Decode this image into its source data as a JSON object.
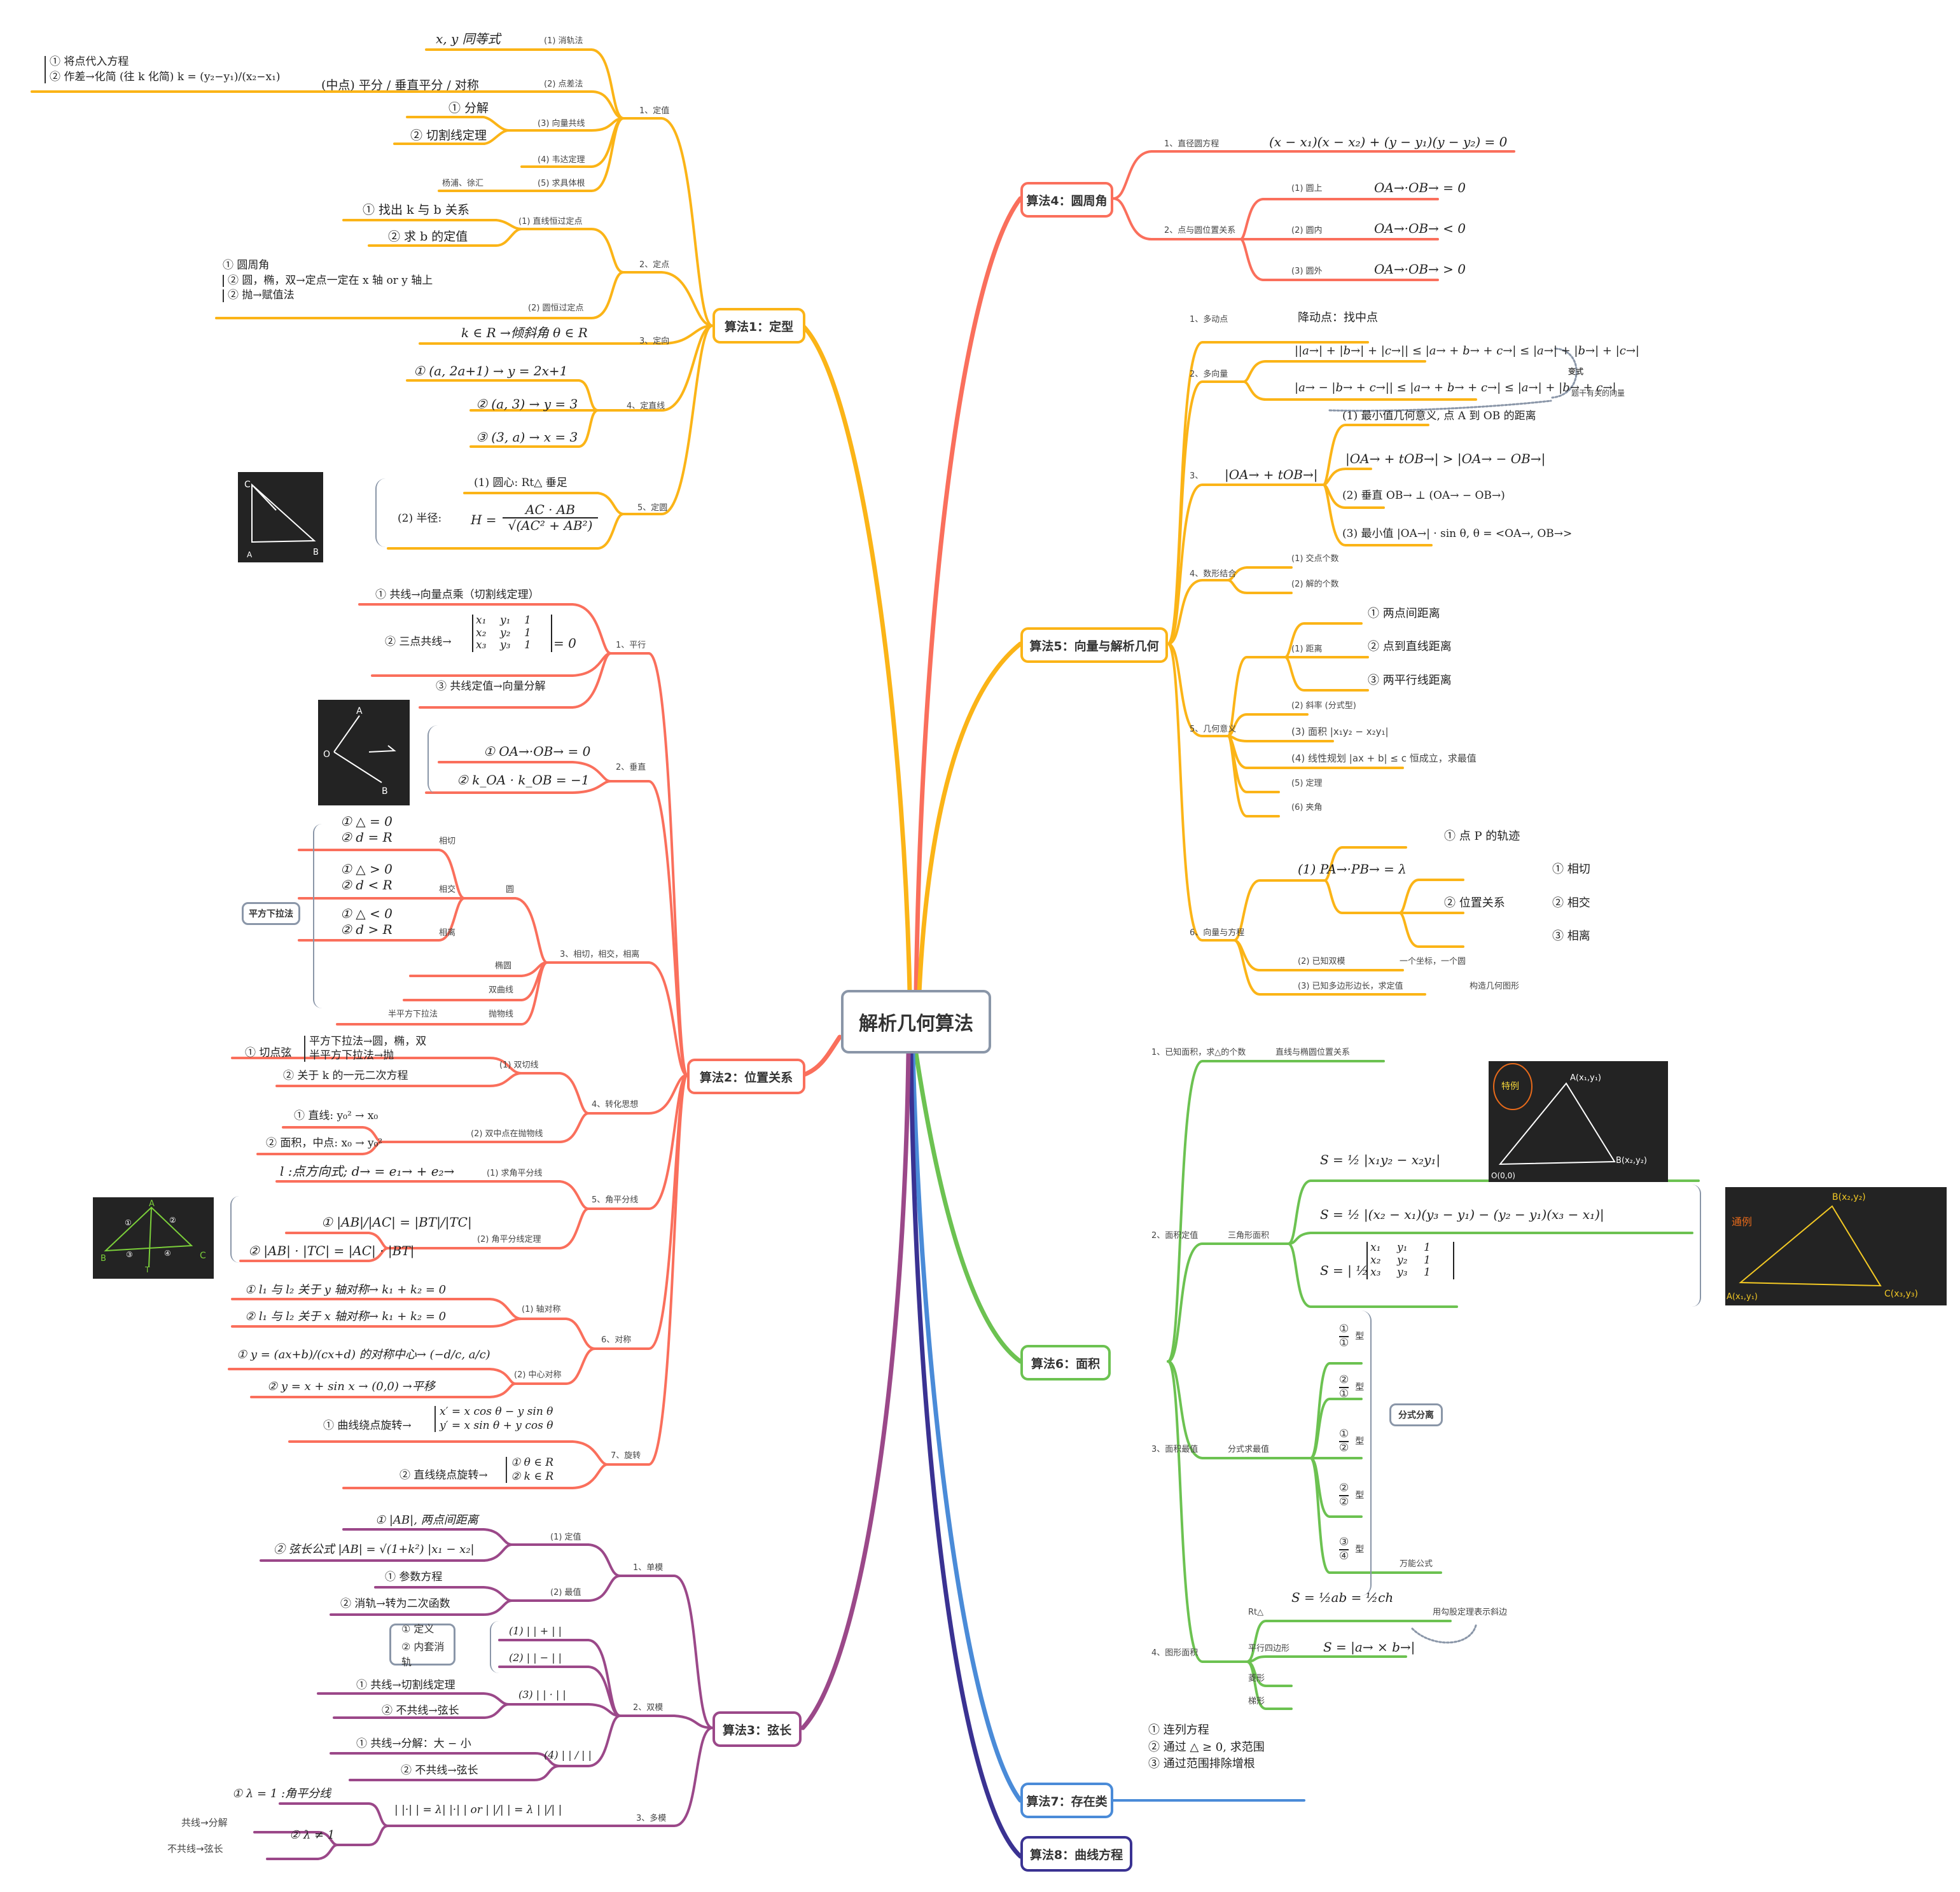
{
  "root": {
    "title": "解析几何算法"
  },
  "colors": {
    "alg1": "#FBB417",
    "alg2": "#FA6F5C",
    "alg3": "#9B4889",
    "alg4": "#FA6F5C",
    "alg5": "#FBB417",
    "alg6": "#6CC251",
    "alg7": "#4A8BD8",
    "alg8": "#3A3292",
    "neutral": "#8A96A8"
  },
  "alg1": {
    "title": "算法1：定型",
    "b1": {
      "label": "1、定值",
      "c1": {
        "label": "(1) 消轨法",
        "leaf": "x, y 同等式"
      },
      "c2": {
        "label": "(2) 点差法",
        "leaf": "(中点) 平分 / 垂直平分 / 对称",
        "note1": "① 将点代入方程",
        "note2": "② 作差→化简 (往 k 化简) k = (y₂−y₁)/(x₂−x₁)"
      },
      "c3": {
        "label": "(3) 向量共线",
        "leaf1": "① 分解",
        "leaf2": "② 切割线定理"
      },
      "c4": {
        "label": "(4) 韦达定理"
      },
      "c5": {
        "label": "(5) 求具体根",
        "leaf": "杨浦、徐汇"
      }
    },
    "b2": {
      "label": "2、定点",
      "c1": {
        "label": "(1) 直线恒过定点",
        "leaf1": "① 找出 k 与 b 关系",
        "leaf2": "② 求 b 的定值"
      },
      "c2": {
        "label": "(2) 圆恒过定点",
        "note1": "① 圆周角",
        "note2": "② 圆，椭，双→定点一定在 x 轴 or y 轴上",
        "note3": "② 抛→赋值法"
      }
    },
    "b3": {
      "label": "3、定向",
      "leaf": "k ∈ R →倾斜角 θ ∈ R"
    },
    "b4": {
      "label": "4、定直线",
      "leaf1": "① (a, 2a+1) → y = 2x+1",
      "leaf2": "② (a, 3) → y = 3",
      "leaf3": "③ (3, a) → x = 3"
    },
    "b5": {
      "label": "5、定圆",
      "leaf1": "(1)  圆心: Rt△ 垂足",
      "leaf2a": "(2)  半径:",
      "leaf2b": "H =",
      "num": "AC · AB",
      "den": "√(AC² + AB²)"
    }
  },
  "alg2": {
    "title": "算法2：位置关系",
    "b1": {
      "label": "1、平行",
      "leaf1": "① 共线→向量点乘（切割线定理）",
      "leaf2": "② 三点共线→",
      "det": [
        "x₁",
        "y₁",
        "1",
        "x₂",
        "y₂",
        "1",
        "x₃",
        "y₃",
        "1"
      ],
      "det_eq": "= 0",
      "leaf3": "③ 共线定值→向量分解"
    },
    "b2": {
      "label": "2、垂直",
      "leaf1": "① OA→·OB→ = 0",
      "leaf2": "② k_OA · k_OB = −1"
    },
    "b3": {
      "label": "3、相切，相交，相离",
      "circle": {
        "label": "圆",
        "tangent": {
          "label": "相切",
          "l1": "① △ = 0",
          "l2": "② d = R"
        },
        "intersect": {
          "label": "相交",
          "l1": "① △ > 0",
          "l2": "② d < R"
        },
        "separate": {
          "label": "相离",
          "l1": "① △ < 0",
          "l2": "② d > R"
        }
      },
      "ellipse": "椭圆",
      "hyperbola": "双曲线",
      "parabola": "抛物线",
      "parabola_note": "半平方下拉法",
      "side_box": "平方下拉法"
    },
    "b4": {
      "label": "4、转化思想",
      "c1": {
        "label": "(1) 双切线",
        "leaf1_head": "① 切点弦",
        "leaf1_a": "平方下拉法→圆，椭，双",
        "leaf1_b": "半平方下拉法→抛",
        "leaf2": "② 关于 k 的一元二次方程"
      },
      "c2": {
        "label": "(2) 双中点在抛物线",
        "leaf1": "① 直线: y₀² → x₀",
        "leaf2": "② 面积，中点: x₀ → y₀²"
      }
    },
    "b5": {
      "label": "5、角平分线",
      "c1": {
        "label": "(1) 求角平分线",
        "leaf": "l :点方向式; d→ = e₁→ + e₂→"
      },
      "c2": {
        "label": "(2) 角平分线定理",
        "leaf1": "① |AB|/|AC| = |BT|/|TC|",
        "leaf2": "② |AB| · |TC| = |AC| · |BT|"
      }
    },
    "b6": {
      "label": "6、对称",
      "c1": {
        "label": "(1) 轴对称",
        "leaf1": "① l₁ 与 l₂ 关于 y 轴对称→ k₁ + k₂ = 0",
        "leaf2": "② l₁ 与 l₂ 关于 x 轴对称→ k₁ + k₂ = 0"
      },
      "c2": {
        "label": "(2) 中心对称",
        "leaf1": "① y = (ax+b)/(cx+d) 的对称中心→ (−d/c, a/c)",
        "leaf2": "② y = x + sin x → (0,0) →平移"
      }
    },
    "b7": {
      "label": "7、旋转",
      "leaf1_head": "① 曲线绕点旋转→",
      "leaf1_a": "x′ = x cos θ − y sin θ",
      "leaf1_b": "y′ = x sin θ + y cos θ",
      "leaf2_head": "② 直线绕点旋转→",
      "leaf2_a": "① θ ∈ R",
      "leaf2_b": "② k ∈ R"
    }
  },
  "alg3": {
    "title": "算法3：弦长",
    "b1": {
      "label": "1、单模",
      "c1": {
        "label": "(1) 定值",
        "leaf1": "① |AB|, 两点间距离",
        "leaf2": "② 弦长公式 |AB| = √(1+k²) |x₁ − x₂|"
      },
      "c2": {
        "label": "(2) 最值",
        "leaf1": "① 参数方程",
        "leaf2": "② 消轨→转为二次函数"
      }
    },
    "b2": {
      "label": "2、双模",
      "c1": {
        "label": "(1)  | | + | |"
      },
      "c2": {
        "label": "(2)  | | − | |"
      },
      "side_box": [
        "① 定义",
        "② 内套消轨"
      ],
      "c3": {
        "label": "(3)  | | · | |",
        "leaf1": "① 共线→切割线定理",
        "leaf2": "② 不共线→弦长"
      },
      "c4": {
        "label": "(4)  | | / | |",
        "leaf1": "① 共线→分解：大 − 小",
        "leaf2": "② 不共线→弦长"
      }
    },
    "b3": {
      "label": "3、多模",
      "formula": "| |·| | = λ| |·| | or | |/| | = λ | |/| |",
      "leaf1": "① λ = 1 :角平分线",
      "leaf2": "② λ ≠ 1",
      "leaf2a": "共线→分解",
      "leaf2b": "不共线→弦长"
    }
  },
  "alg4": {
    "title": "算法4：圆周角",
    "b1": {
      "label": "1、直径圆方程",
      "leaf": "(x − x₁)(x − x₂) + (y − y₁)(y − y₂) = 0"
    },
    "b2": {
      "label": "2、点与圆位置关系",
      "c1": {
        "label": "(1) 圆上",
        "leaf": "OA→·OB→ = 0"
      },
      "c2": {
        "label": "(2) 圆内",
        "leaf": "OA→·OB→ < 0"
      },
      "c3": {
        "label": "(3) 圆外",
        "leaf": "OA→·OB→ > 0"
      }
    }
  },
  "alg5": {
    "title": "算法5：向量与解析几何",
    "b1": {
      "label": "1、多动点",
      "leaf": "降动点：找中点"
    },
    "b2": {
      "label": "2、多向量",
      "leaf1": "||a→| + |b→| + |c→|| ≤ |a→ + b→ + c→| ≤ |a→| + |b→| + |c→|",
      "leaf2": "|a→ − |b→ + c→|| ≤ |a→ + b→ + c→| ≤ |a→| + |b→ + c→|",
      "note_variant": "变式",
      "note_related": "题干有关的向量"
    },
    "b3": {
      "label": "3、",
      "label_math": "|OA→ + tOB→|",
      "c1": "(1)  最小值几何意义, 点 A 到 OB 的距离",
      "c1b": "|OA→ + tOB→| > |OA→ − OB→|",
      "c2": "(2)  垂直  OB→ ⊥ (OA→ − OB→)",
      "c3": "(3)  最小值  |OA→| · sin θ, θ = <OA→, OB→>"
    },
    "b4": {
      "label": "4、数形结合",
      "c1": "(1) 交点个数",
      "c2": "(2) 解的个数"
    },
    "b5": {
      "label": "5、几何意义",
      "c1": {
        "label": "(1) 距离",
        "leaf1": "① 两点间距离",
        "leaf2": "② 点到直线距离",
        "leaf3": "③ 两平行线距离"
      },
      "c2": "(2) 斜率 (分式型)",
      "c3": "(3) 面积  |x₁y₂ − x₂y₁|",
      "c4": "(4) 线性规划  |ax + b| ≤ c  恒成立，求最值",
      "c5": "(5) 定理",
      "c6": "(6) 夹角"
    },
    "b6": {
      "label": "6、向量与方程",
      "c1": {
        "label": "(1)  PA→·PB→ = λ",
        "leaf1": "① 点 P 的轨迹",
        "leaf2": "② 位置关系",
        "leaf2a": "① 相切",
        "leaf2b": "② 相交",
        "leaf2c": "③ 相离"
      },
      "c2": {
        "label": "(2) 已知双模",
        "leaf": "一个坐标，一个圆"
      },
      "c3": {
        "label": "(3) 已知多边形边长，求定值",
        "leaf": "构造几何图形"
      }
    }
  },
  "alg6": {
    "title": "算法6：面积",
    "b1": {
      "label": "1、已知面积，求△的个数",
      "leaf": "直线与椭圆位置关系"
    },
    "b2": {
      "label": "2、面积定值",
      "sub": "三角形面积",
      "leaf1": "S = ½ |x₁y₂ − x₂y₁|",
      "leaf2": "S = ½ |(x₂ − x₁)(y₃ − y₁) − (y₂ − y₁)(x₃ − x₁)|",
      "leaf3_head": "S = | ½",
      "det": [
        "x₁",
        "y₁",
        "1",
        "x₂",
        "y₂",
        "1",
        "x₃",
        "y₃",
        "1"
      ],
      "img1_labels": [
        "A(x₁,y₁)",
        "O(0,0)",
        "B(x₂,y₂)",
        "特例"
      ],
      "img2_labels": [
        "B(x₂,y₂)",
        "A(x₁,y₁)",
        "C(x₃,y₃)",
        "通例"
      ]
    },
    "b3": {
      "label": "3、面积最值",
      "sub": "分式求最值",
      "types": [
        {
          "num": "①",
          "den": "①",
          "suffix": "型"
        },
        {
          "num": "②",
          "den": "①",
          "suffix": "型"
        },
        {
          "num": "①",
          "den": "②",
          "suffix": "型"
        },
        {
          "num": "②",
          "den": "②",
          "suffix": "型"
        },
        {
          "num": "③",
          "den": "④",
          "suffix": "型"
        }
      ],
      "side_box": "分式分离",
      "universal": "万能公式"
    },
    "b4": {
      "label": "4、图形面积",
      "c1": {
        "label": "Rt△",
        "leaf": "S = ½ab = ½ch",
        "note": "用勾股定理表示斜边"
      },
      "c2": {
        "label": "平行四边形",
        "leaf": "S = |a→ × b→|"
      },
      "c3": {
        "label": "菱形"
      },
      "c4": {
        "label": "梯形"
      }
    }
  },
  "alg7": {
    "title": "算法7：存在类",
    "lines": [
      "① 连列方程",
      "② 通过 △ ≥ 0, 求范围",
      "③ 通过范围排除增根"
    ]
  },
  "alg8": {
    "title": "算法8：曲线方程"
  },
  "images": {
    "rt_triangle": [
      "C",
      "A",
      "B"
    ],
    "perpendicular": [
      "A",
      "O",
      "B"
    ],
    "bisector": [
      "A",
      "B",
      "C",
      "T",
      "①",
      "②",
      "③",
      "④"
    ]
  }
}
